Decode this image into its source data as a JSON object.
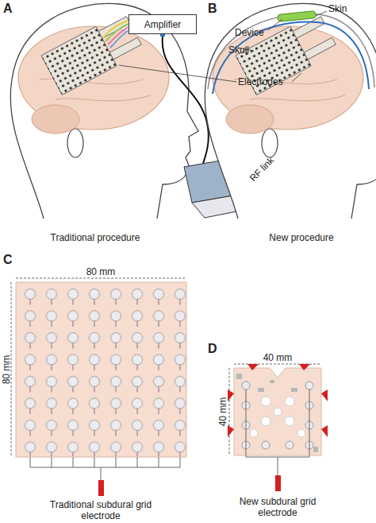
{
  "diagram": {
    "nodes": [
      {
        "text": [
          "Amplifier"
        ]
      }
    ],
    "labels": [
      "A",
      "B",
      "Skin",
      "Device",
      "Skull",
      "Electrodes",
      "RF link",
      "Traditional procedure",
      "New procedure",
      "C",
      "D",
      "80 mm",
      "80 mm",
      "40 mm",
      "40 mm",
      "Traditional subdural grid electrode",
      "New subdural grid electrode"
    ]
  }
}
